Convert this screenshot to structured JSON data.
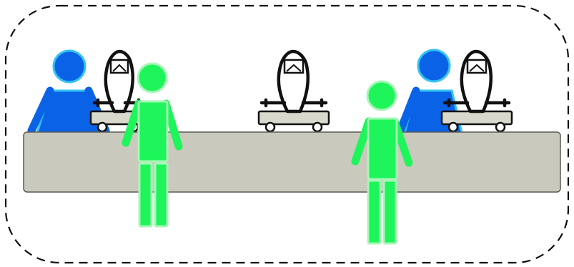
{
  "colors": {
    "background": "#ffffff",
    "boundary": "#111111",
    "counter_fill": "#cac9bd",
    "counter_stroke": "#5a5a55",
    "clerk_fill": "#0a62e6",
    "clerk_stroke": "#36c3f0",
    "customer_fill": "#1ef55a",
    "customer_stroke": "#a9f5b8",
    "scale_stroke": "#111111",
    "scale_body": "#ffffff",
    "scale_base": "#d9d8cc"
  },
  "scene": {
    "boundary": {
      "style": "dashed-rounded"
    },
    "clerks": [
      {
        "name": "clerk-left",
        "icon": "person-icon"
      },
      {
        "name": "clerk-right",
        "icon": "person-icon"
      }
    ],
    "scales": [
      {
        "name": "scale-left",
        "icon": "weighing-scale-icon"
      },
      {
        "name": "scale-middle",
        "icon": "weighing-scale-icon"
      },
      {
        "name": "scale-right",
        "icon": "weighing-scale-icon"
      }
    ],
    "customers": [
      {
        "name": "customer-left",
        "icon": "person-icon"
      },
      {
        "name": "customer-right",
        "icon": "person-icon"
      }
    ]
  }
}
